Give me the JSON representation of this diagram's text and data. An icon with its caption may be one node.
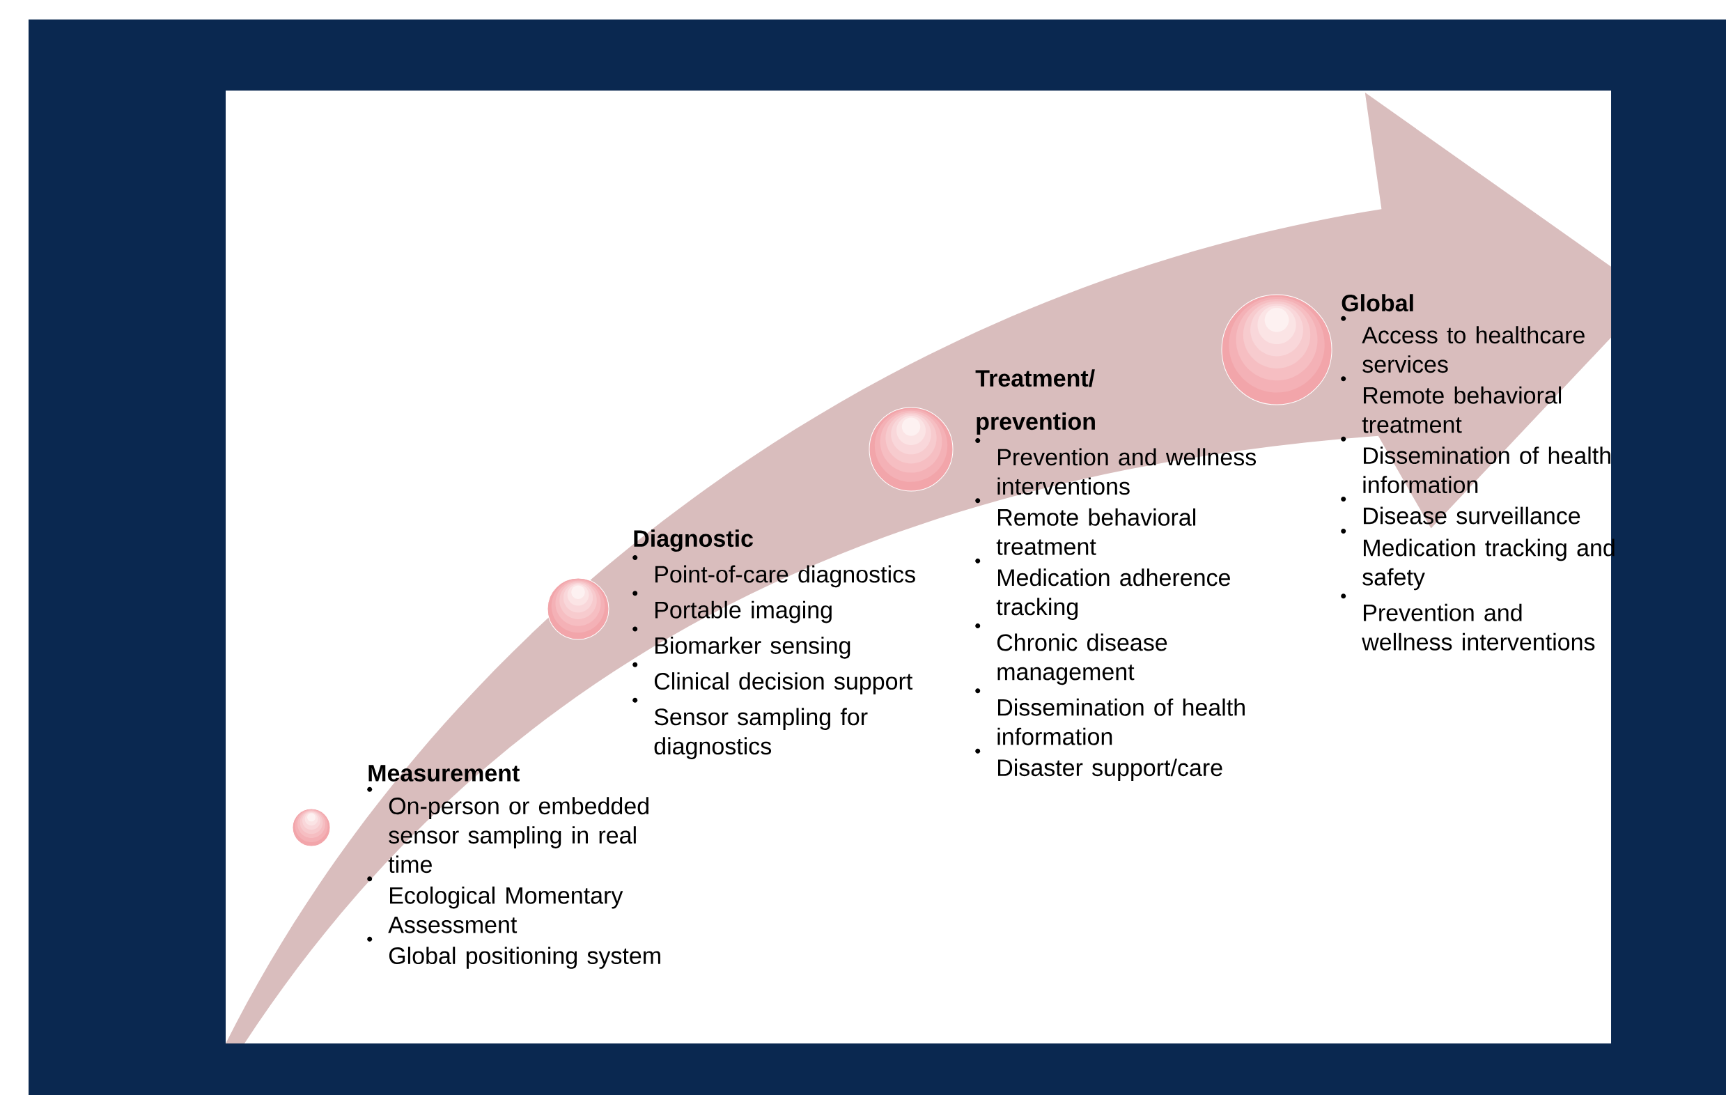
{
  "diagram": {
    "nodes": [
      {
        "text": [],
        "shape": "circle",
        "beside": [
          "Measurement",
          "On-person or embedded sensor sampling in real time",
          "Ecological Momentary Assessment",
          "Global positioning system"
        ]
      },
      {
        "text": [],
        "shape": "circle",
        "beside": [
          "Diagnostic",
          "Point-of-care diagnostics",
          "Portable imaging",
          "Biomarker sensing",
          "Clinical decision support",
          "Sensor sampling for diagnostics"
        ]
      },
      {
        "text": [],
        "shape": "circle",
        "beside": [
          "Treatment/ prevention",
          "Prevention and wellness interventions",
          "Remote  behavioral treatment",
          "Medication adherence tracking",
          "Chronic disease management",
          "Dissemination of health information",
          "Disaster support/care"
        ]
      },
      {
        "text": [],
        "shape": "circle",
        "beside": [
          "Global",
          "Access to healthcare services",
          "Remote behavioral treatment",
          "Dissemination of health information",
          "Disease surveillance",
          "Medication tracking and safety",
          "Prevention and wellness interventions"
        ]
      }
    ]
  }
}
